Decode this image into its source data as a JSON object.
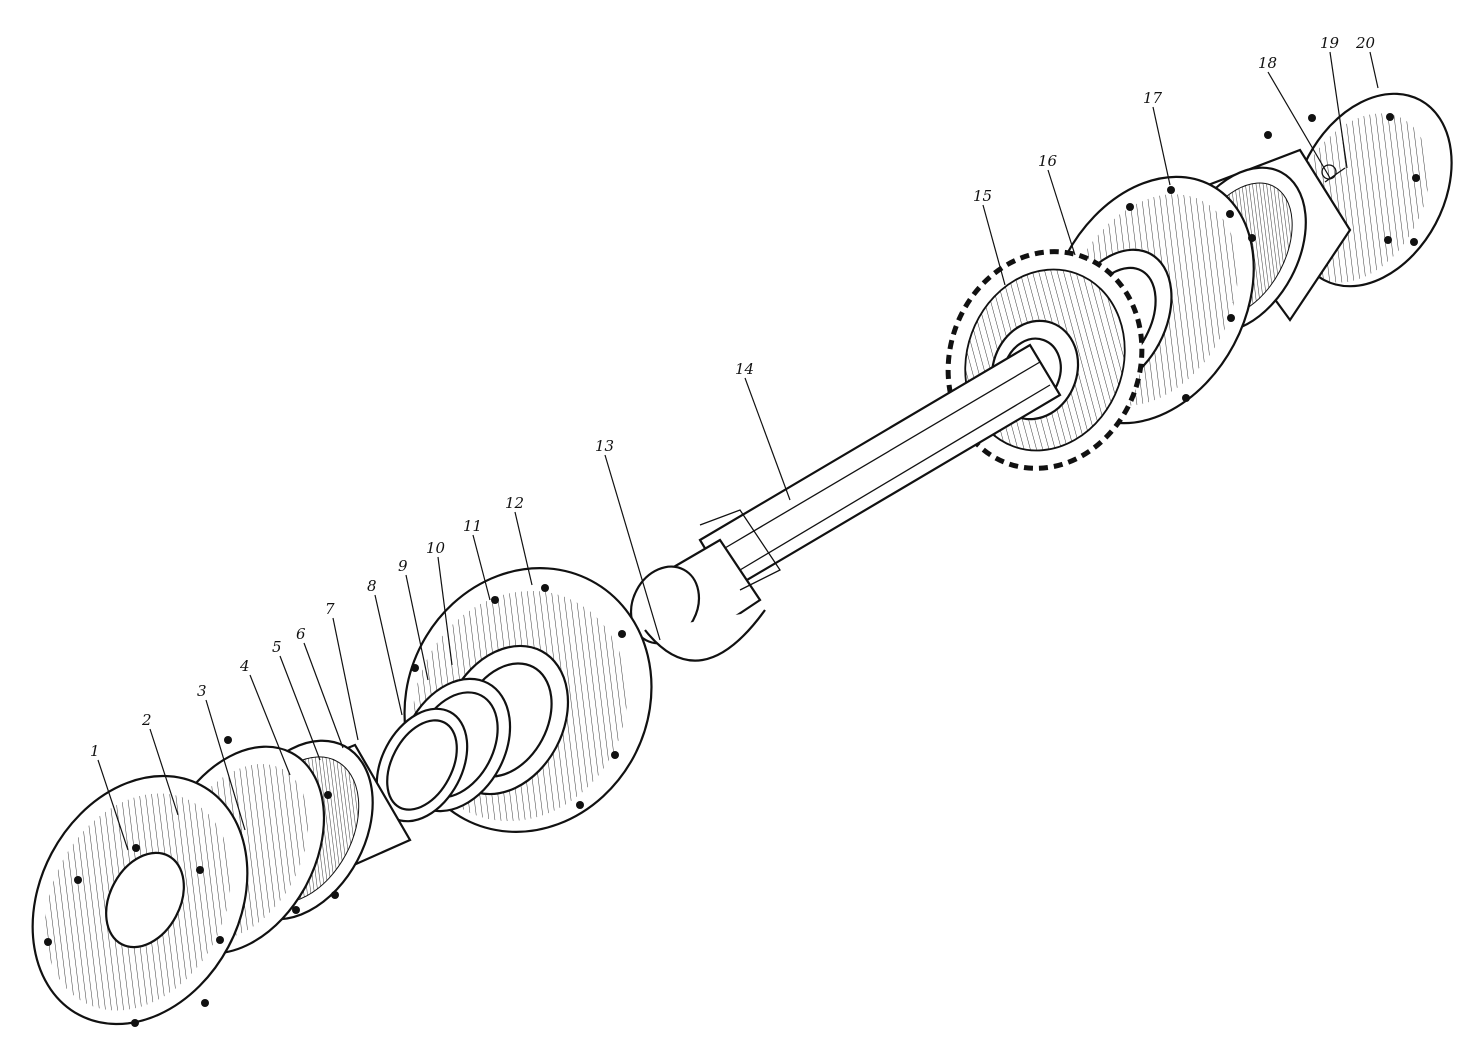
{
  "figure": {
    "parts": [
      {
        "id": "1",
        "label": "1"
      },
      {
        "id": "2",
        "label": "2"
      },
      {
        "id": "3",
        "label": "3"
      },
      {
        "id": "4",
        "label": "4"
      },
      {
        "id": "5",
        "label": "5"
      },
      {
        "id": "6",
        "label": "6"
      },
      {
        "id": "7",
        "label": "7"
      },
      {
        "id": "8",
        "label": "8"
      },
      {
        "id": "9",
        "label": "9"
      },
      {
        "id": "10",
        "label": "10"
      },
      {
        "id": "11",
        "label": "11"
      },
      {
        "id": "12",
        "label": "12"
      },
      {
        "id": "13",
        "label": "13"
      },
      {
        "id": "14",
        "label": "14"
      },
      {
        "id": "15",
        "label": "15"
      },
      {
        "id": "16",
        "label": "16"
      },
      {
        "id": "17",
        "label": "17"
      },
      {
        "id": "18",
        "label": "18"
      },
      {
        "id": "19",
        "label": "19"
      },
      {
        "id": "20",
        "label": "20"
      }
    ]
  }
}
